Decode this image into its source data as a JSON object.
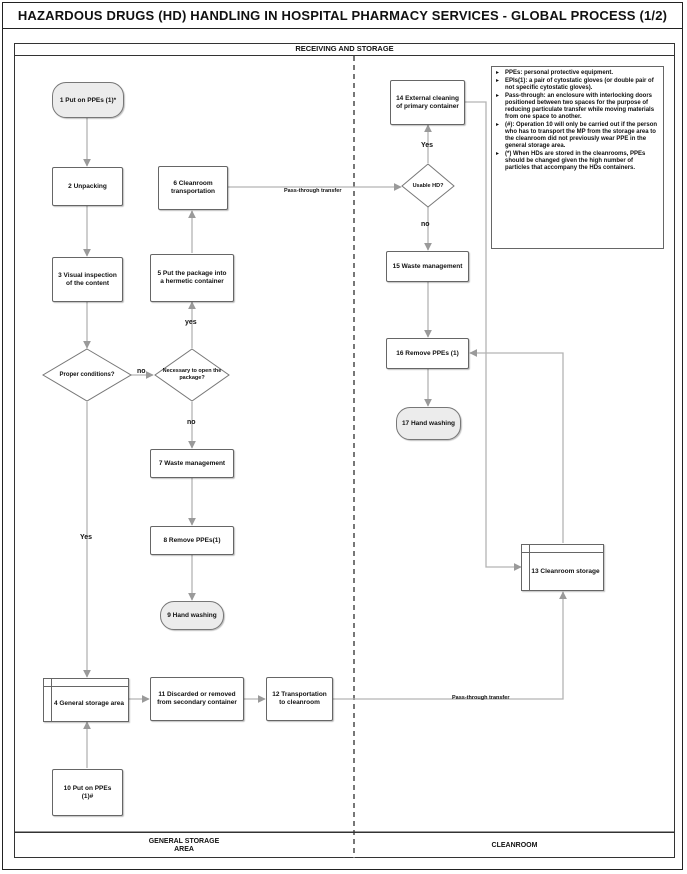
{
  "title": "HAZARDOUS DRUGS (HD) HANDLING IN HOSPITAL PHARMACY SERVICES - GLOBAL PROCESS (1/2)",
  "section_header": "RECEIVING AND STORAGE",
  "lanes": {
    "general_storage": "GENERAL STORAGE\nAREA",
    "cleanroom": "CLEANROOM"
  },
  "nodes": {
    "n1": "1 Put on PPEs (1)*",
    "n2": "2 Unpacking",
    "n3": "3 Visual inspection of the content",
    "proper": "Proper conditions?",
    "n4": "4 General storage area",
    "n5": "5  Put the package into a hermetic container",
    "n6": "6 Cleanroom transportation",
    "open": "Necessary to open the package?",
    "n7": "7 Waste management",
    "n8": "8 Remove PPEs(1)",
    "n9": "9 Hand washing",
    "n10": "10 Put on PPEs (1)#",
    "n11": "11 Discarded or removed from secondary container",
    "n12": "12  Transportation to cleanroom",
    "n13": "13 Cleanroom storage",
    "n14": "14 External cleaning of primary container",
    "usable": "Usable HD?",
    "n15": "15 Waste management",
    "n16": "16 Remove PPEs (1)",
    "n17": "17 Hand washing"
  },
  "edge_labels": {
    "no1": "no",
    "yes1": "Yes",
    "yes2": "yes",
    "no2": "no",
    "yes3": "Yes",
    "no3": "no",
    "pass1": "Pass-through transfer",
    "pass2": "Pass-through transfer"
  },
  "notes": [
    "PPEs: personal protective equipment.",
    "EPIs(1): a pair of cytostatic gloves (or double pair of  not specific cytostatic gloves).",
    "Pass-through: an enclosure with interlocking doors positioned between two spaces for the purpose of reducing particulate transfer while moving materials from one space to another.",
    "(#):  Operation 10 will only be carried out if the person who has to transport the MP from the storage area to the cleanroom did not previously wear PPE in the general storage area.",
    "(*) When HDs are stored in the cleanrooms, PPEs should be changed given the high number of particles that accompany the HDs containers."
  ]
}
